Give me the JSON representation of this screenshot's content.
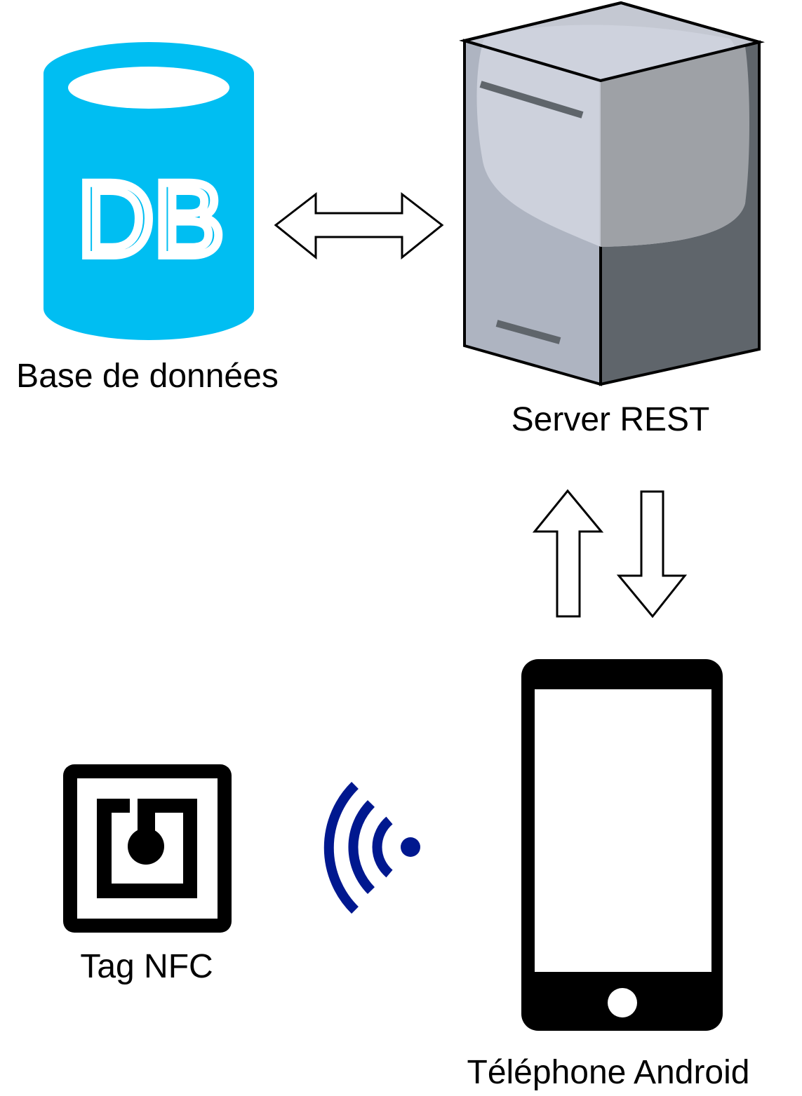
{
  "nodes": {
    "database": {
      "label": "Base de données",
      "icon_text": "DB",
      "icon": "database-cylinder-icon"
    },
    "server": {
      "label": "Server REST",
      "icon": "server-tower-icon"
    },
    "phone": {
      "label": "Téléphone Android",
      "icon": "smartphone-icon"
    },
    "nfc_tag": {
      "label": "Tag NFC",
      "icon": "nfc-tag-icon"
    }
  },
  "connections": [
    {
      "from": "database",
      "to": "server",
      "style": "double-headed hollow arrow"
    },
    {
      "from": "phone",
      "to": "server",
      "style": "hollow arrow up"
    },
    {
      "from": "server",
      "to": "phone",
      "style": "hollow arrow down"
    },
    {
      "from": "nfc_tag",
      "to": "phone",
      "style": "wireless signal waves"
    }
  ],
  "colors": {
    "database": "#00BEF2",
    "wireless": "#00188F",
    "server_light": "#CFD3DD",
    "server_front": "#AEB4C1",
    "server_side_light": "#9EA1A6",
    "server_side_dark": "#5F656B"
  }
}
